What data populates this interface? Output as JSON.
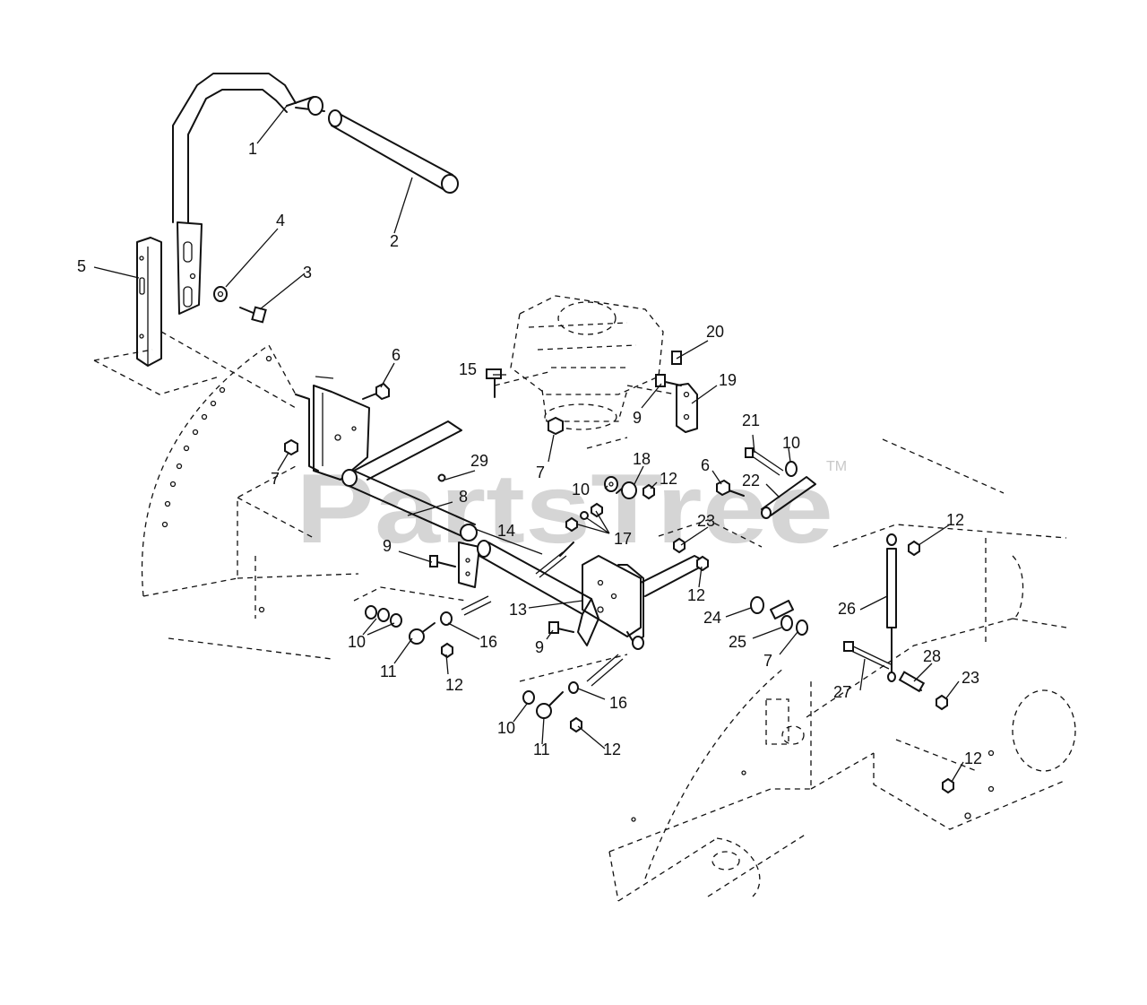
{
  "watermark": {
    "text": "PartsTree",
    "trademark": "TM"
  },
  "callouts": [
    {
      "id": "c1",
      "text": "1"
    },
    {
      "id": "c2",
      "text": "2"
    },
    {
      "id": "c3",
      "text": "3"
    },
    {
      "id": "c4",
      "text": "4"
    },
    {
      "id": "c5",
      "text": "5"
    },
    {
      "id": "c6a",
      "text": "6"
    },
    {
      "id": "c6b",
      "text": "6"
    },
    {
      "id": "c7a",
      "text": "7"
    },
    {
      "id": "c7b",
      "text": "7"
    },
    {
      "id": "c7c",
      "text": "7"
    },
    {
      "id": "c8",
      "text": "8"
    },
    {
      "id": "c9a",
      "text": "9"
    },
    {
      "id": "c9b",
      "text": "9"
    },
    {
      "id": "c9c",
      "text": "9"
    },
    {
      "id": "c10a",
      "text": "10"
    },
    {
      "id": "c10b",
      "text": "10"
    },
    {
      "id": "c10c",
      "text": "10"
    },
    {
      "id": "c10d",
      "text": "10"
    },
    {
      "id": "c11a",
      "text": "11"
    },
    {
      "id": "c11b",
      "text": "11"
    },
    {
      "id": "c12a",
      "text": "12"
    },
    {
      "id": "c12b",
      "text": "12"
    },
    {
      "id": "c12c",
      "text": "12"
    },
    {
      "id": "c12d",
      "text": "12"
    },
    {
      "id": "c12e",
      "text": "12"
    },
    {
      "id": "c12f",
      "text": "12"
    },
    {
      "id": "c13",
      "text": "13"
    },
    {
      "id": "c14",
      "text": "14"
    },
    {
      "id": "c15",
      "text": "15"
    },
    {
      "id": "c16a",
      "text": "16"
    },
    {
      "id": "c16b",
      "text": "16"
    },
    {
      "id": "c17",
      "text": "17"
    },
    {
      "id": "c18",
      "text": "18"
    },
    {
      "id": "c19",
      "text": "19"
    },
    {
      "id": "c20",
      "text": "20"
    },
    {
      "id": "c21",
      "text": "21"
    },
    {
      "id": "c22",
      "text": "22"
    },
    {
      "id": "c23a",
      "text": "23"
    },
    {
      "id": "c23b",
      "text": "23"
    },
    {
      "id": "c24",
      "text": "24"
    },
    {
      "id": "c25",
      "text": "25"
    },
    {
      "id": "c26",
      "text": "26"
    },
    {
      "id": "c27",
      "text": "27"
    },
    {
      "id": "c28",
      "text": "28"
    },
    {
      "id": "c29",
      "text": "29"
    }
  ]
}
